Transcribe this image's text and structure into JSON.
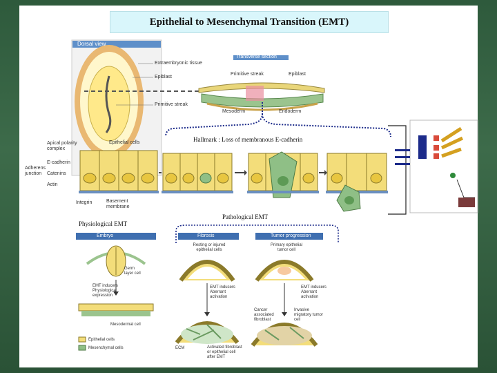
{
  "title": "Epithelial to Mesenchymal Transition (EMT)",
  "embryo": {
    "dorsal_view": "Dorsal view",
    "extraembryonic_tissue": "Extraembryonic tissue",
    "epiblast": "Epiblast",
    "primitive_streak": "Primitive streak",
    "transverse_section": "Transverse section",
    "ts_primitive_streak": "Primitive streak",
    "ts_epiblast": "Epiblast",
    "mesoderm": "Mesoderm",
    "endoderm": "Endoderm"
  },
  "hallmark": "Hallmark : Loss of membranous E-cadherin",
  "cell_labels": {
    "apical_polarity": "Apical polarity complex",
    "epithelial_cells": "Epithelial cells",
    "e_cadherin": "E-cadherin",
    "adherens_junction": "Adherens junction",
    "catenins": "Catenins",
    "actin": "Actin",
    "integrin": "Integrin",
    "basement_membrane": "Basement membrane"
  },
  "physiological": "Physiological EMT",
  "pathological": "Pathological EMT",
  "panels": {
    "embryo_header": "Embryo",
    "fibrosis_header": "Fibrosis",
    "tumor_header": "Tumor progression",
    "germ_layer": "Germ layer cell",
    "emt_inducers_1": "EMT inducers",
    "physiological_expression": "Physiological expression",
    "mesodermal_cell": "Mesodermal cell",
    "resting_epithelial": "Resting or injured epithelial cells",
    "emt_inducers_2": "EMT inducers",
    "aberrant_activation_1": "Aberrant activation",
    "ecm": "ECM",
    "activated_fibroblast": "Activated fibroblast or epithelial cell after EMT",
    "primary_tumor": "Primary epithelial tumor cell",
    "emt_inducers_3": "EMT inducers",
    "aberrant_activation_2": "Aberrant activation",
    "cancer_fibroblast": "Cancer associated fibroblast",
    "invasive_cell": "Invasive migratory tumor cell",
    "legend_epithelial": "Epithelial cells",
    "legend_mesenchymal": "Mesenchymal cells"
  },
  "colors": {
    "epithelial": "#f3dd7a",
    "mesenchymal": "#8fbf86",
    "panel_header": "#3f6fb0",
    "background": "#2e5a3c"
  }
}
